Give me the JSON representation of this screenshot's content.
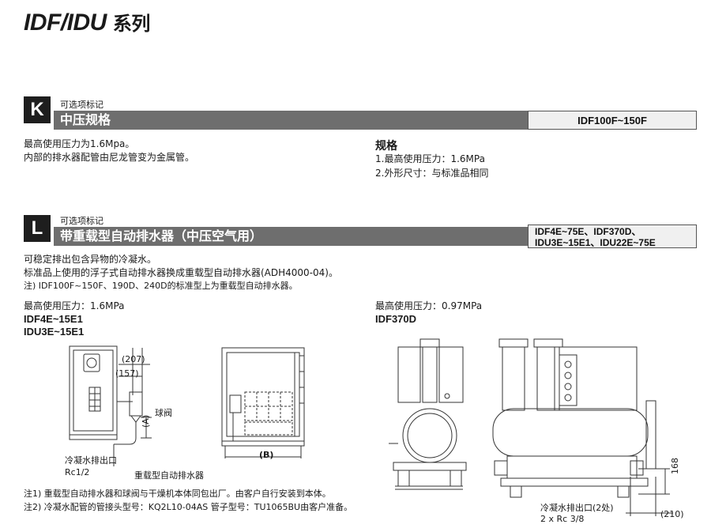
{
  "header": {
    "title": "IDF/IDU",
    "series": "系列"
  },
  "section_k": {
    "badge": "K",
    "option_label": "可选项标记",
    "bar_title": "中压规格",
    "models": "IDF100F~150F",
    "left_lines": [
      "最高使用压力为1.6Mpa。",
      "内部的排水器配管由尼龙管变为金属管。"
    ],
    "spec_heading": "规格",
    "spec_lines": [
      "1.最高使用压力：1.6MPa",
      "2.外形尺寸：与标准品相同"
    ]
  },
  "section_l": {
    "badge": "L",
    "option_label": "可选项标记",
    "bar_title": "带重载型自动排水器（中压空气用）",
    "models_line1": "IDF4E~75E、IDF370D、",
    "models_line2": "IDU3E~15E1、IDU22E~75E",
    "desc_lines": [
      "可稳定排出包含异物的冷凝水。",
      "标准品上使用的浮子式自动排水器换成重载型自动排水器(ADH4000-04)。"
    ],
    "note_line": "注) IDF100F~150F、190D、240D的标准型上为重载型自动排水器。",
    "left_pressure": "最高使用压力：1.6MPa",
    "left_model_1": "IDF4E~15E1",
    "left_model_2": "IDU3E~15E1",
    "right_pressure": "最高使用压力：0.97MPa",
    "right_model": "IDF370D"
  },
  "drawing_left": {
    "dim_207": "(207)",
    "dim_157": "(157)",
    "dim_a": "(A)",
    "dim_b": "(B)",
    "ball_valve": "球阀",
    "drain_outlet": "冷凝水排出口",
    "rc": "Rc1/2",
    "heavy_drain": "重载型自动排水器"
  },
  "drawing_right": {
    "dim_168": "168",
    "drain_outlet": "冷凝水排出口(2处)",
    "rc": "2 x Rc 3/8",
    "dim_210": "(210)"
  },
  "footnotes": [
    "注1) 重载型自动排水器和球阀与干燥机本体同包出厂。由客户自行安装到本体。",
    "注2) 冷凝水配管的管接头型号：KQ2L10-04AS  管子型号：TU1065BU由客户准备。"
  ]
}
